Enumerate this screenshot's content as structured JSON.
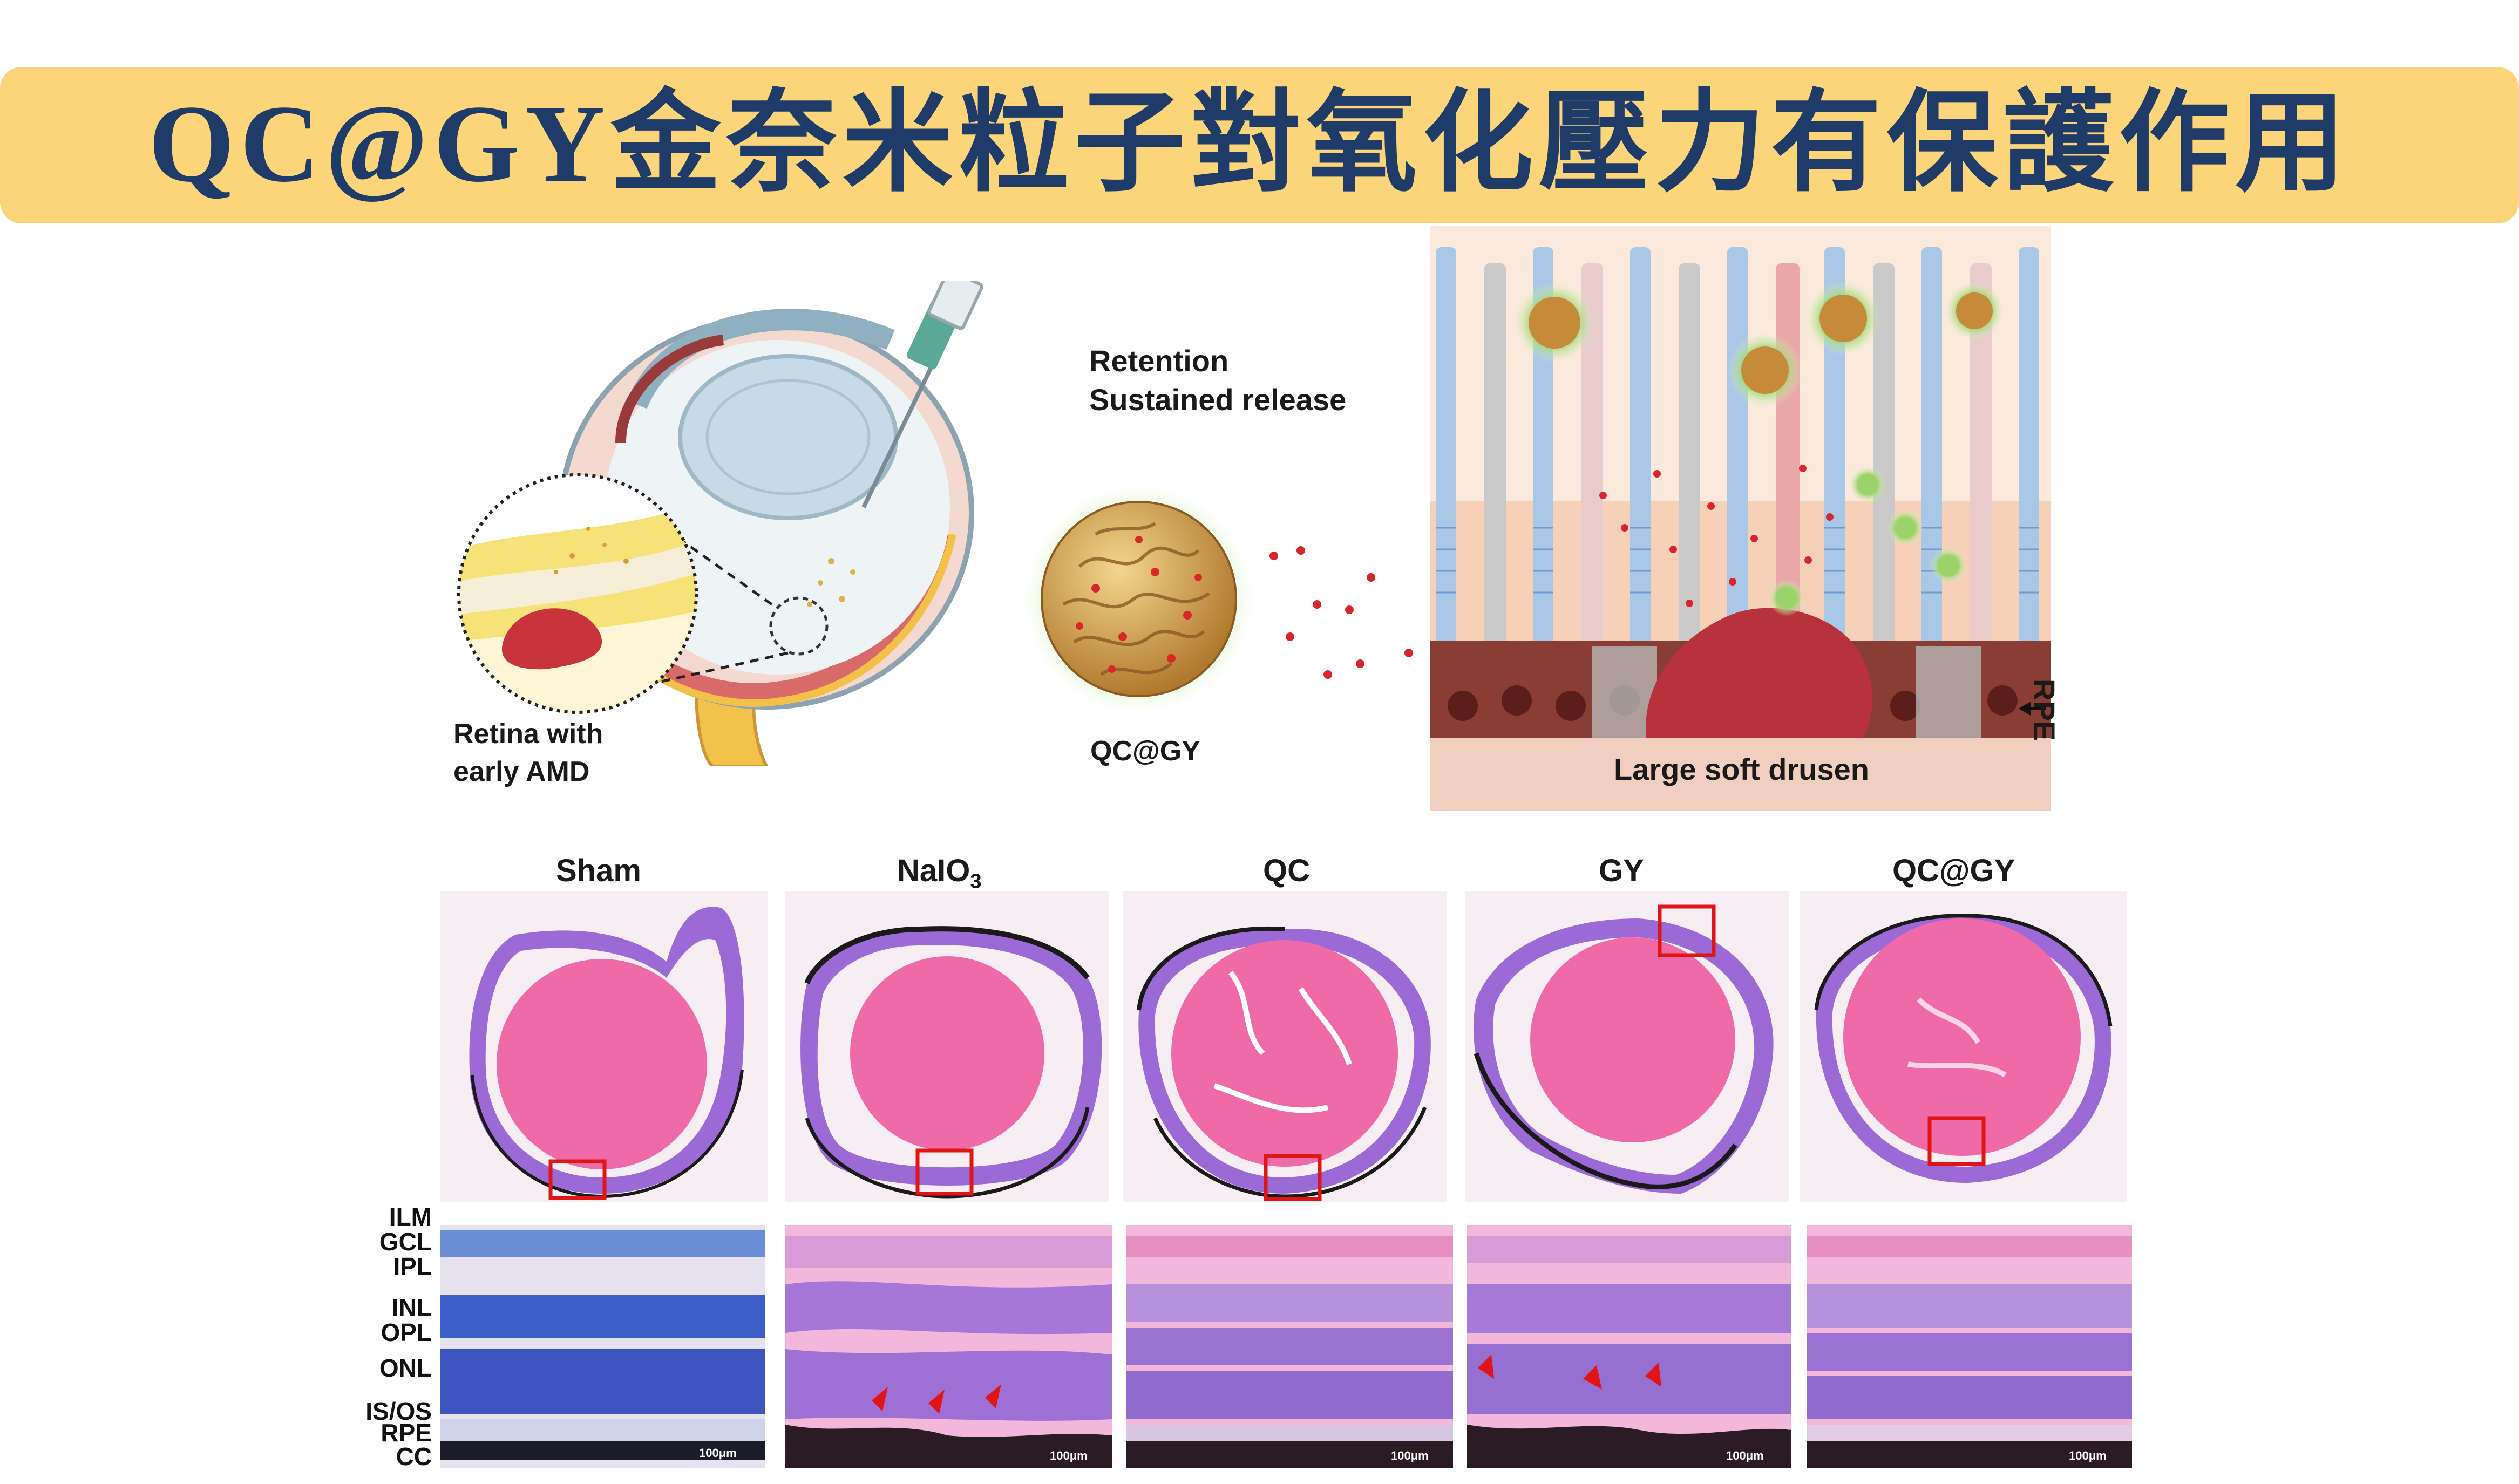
{
  "title": "QC@GY金奈米粒子對氧化壓力有保護作用",
  "schematic": {
    "retina_label_line1": "Retina with",
    "retina_label_line2": "early AMD",
    "retention_line1": "Retention",
    "retention_line2": "Sustained release",
    "particle_label": "QC@GY",
    "drusen_label": "Large soft drusen",
    "rpe_label": "RPE"
  },
  "groups": [
    {
      "name": "Sham"
    },
    {
      "name": "NaIO",
      "sub": "3"
    },
    {
      "name": "QC"
    },
    {
      "name": "GY"
    },
    {
      "name": "QC@GY"
    }
  ],
  "layers": [
    "ILM",
    "GCL",
    "IPL",
    "INL",
    "OPL",
    "ONL",
    "IS/OS",
    "RPE",
    "CC"
  ],
  "scale_text": "100μm",
  "colors": {
    "banner": "#fcd47a",
    "title": "#1f3b67",
    "he_pink": "#f06aa8",
    "he_purple": "#9b6ad6",
    "highlight_box": "#e01616",
    "arrowhead": "#e01616"
  }
}
